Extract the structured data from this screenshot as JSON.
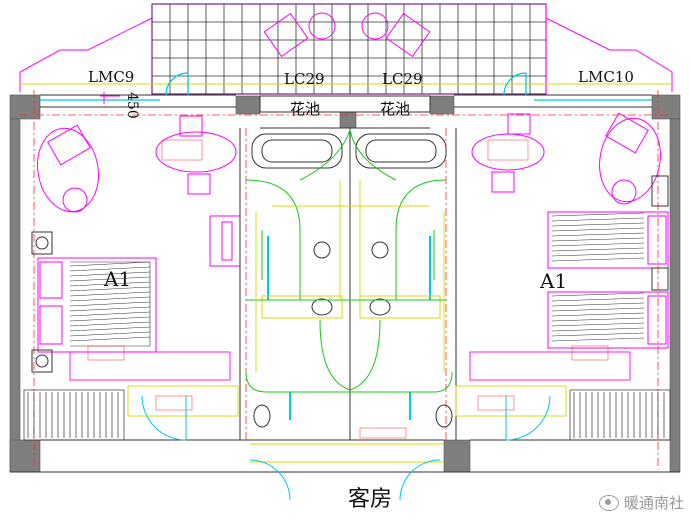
{
  "labels": {
    "window_left": "LMC9",
    "window_center_left": "LC29",
    "window_center_right": "LC29",
    "window_right": "LMC10",
    "dimension_450": "450",
    "planter_left": "花池",
    "planter_right": "花池",
    "room_tag_left": "A1",
    "room_tag_right": "A1",
    "caption": "客房"
  },
  "watermark": "暖通南社",
  "colors": {
    "wall": "#7f7f7f",
    "magenta": "#ff00ff",
    "cyan": "#00c8e6",
    "green": "#19c819",
    "yellow": "#d8d800",
    "red": "#ff2a2a",
    "dark": "#333333"
  }
}
